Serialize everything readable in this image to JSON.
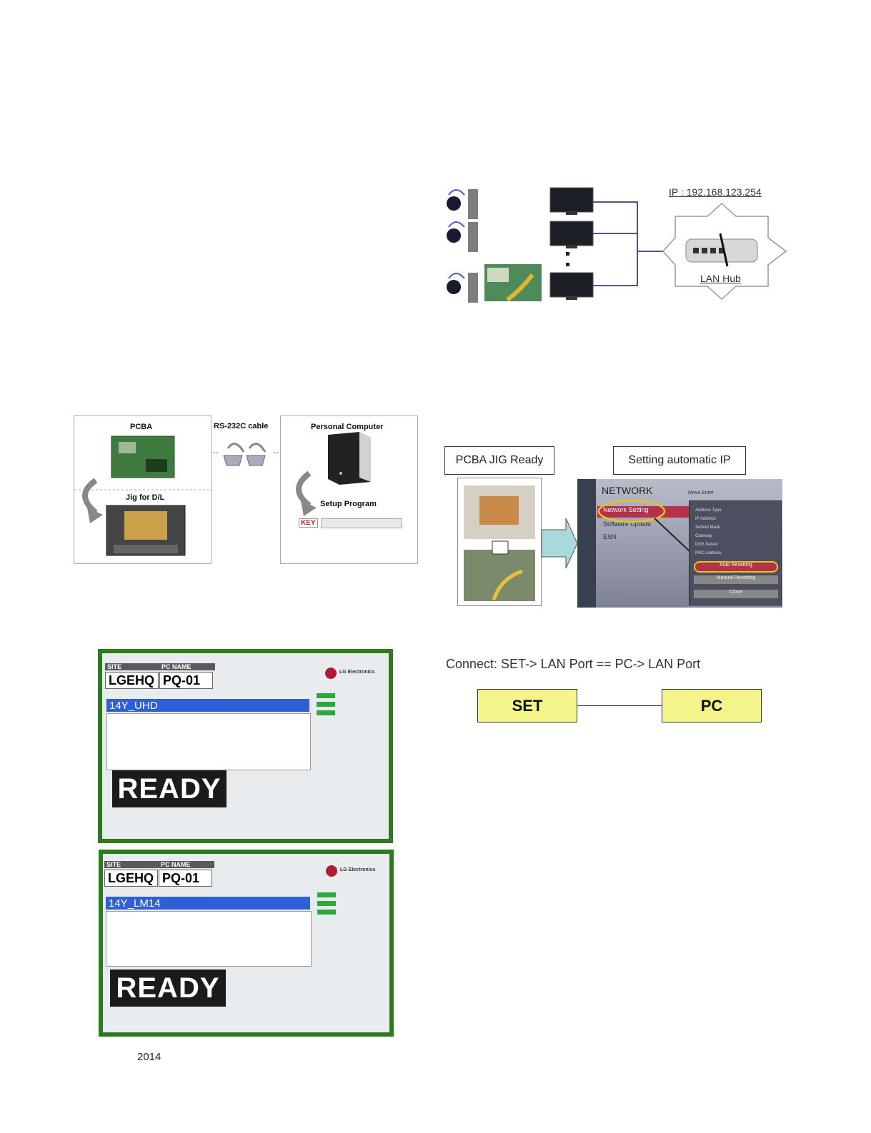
{
  "network_diagram": {
    "ip_label": "IP : 192.168.123.254",
    "hub_label": "LAN Hub"
  },
  "download_setup": {
    "pcba_label": "PCBA",
    "cable_label": "RS-232C cable",
    "pc_label": "Personal Computer",
    "jig_label": "Jig for D/L",
    "setup_label": "Setup Program",
    "key_logo": "KEY"
  },
  "ip_setup": {
    "jig_ready_label": "PCBA JIG Ready",
    "auto_ip_label": "Setting automatic IP",
    "menu": {
      "title": "NETWORK",
      "hint": "Move  Enter",
      "items": [
        "Network Setting",
        "Software Update",
        "ESN"
      ],
      "popup_rows": [
        "Address Type",
        "IP Address",
        "Subnet Mask",
        "Gateway",
        "DNS Server",
        "MAC Address"
      ],
      "auto_button": "Auto Resetting",
      "manual_button": "Manual Resetting",
      "close_button": "Close"
    }
  },
  "connection": {
    "caption": "Connect: SET-> LAN Port == PC-> LAN Port",
    "set_label": "SET",
    "pc_label": "PC"
  },
  "photos": [
    {
      "site_header": "SITE",
      "pcname_header": "PC NAME",
      "site": "LGEHQ",
      "pcname": "PQ-01",
      "model": "14Y_UHD",
      "brand": "LG Electronics",
      "status": "READY"
    },
    {
      "site_header": "SITE",
      "pcname_header": "PC NAME",
      "site": "LGEHQ",
      "pcname": "PQ-01",
      "model": "14Y_LM14",
      "brand": "LG Electronics",
      "status": "READY"
    }
  ],
  "footer": {
    "year": "2014"
  }
}
